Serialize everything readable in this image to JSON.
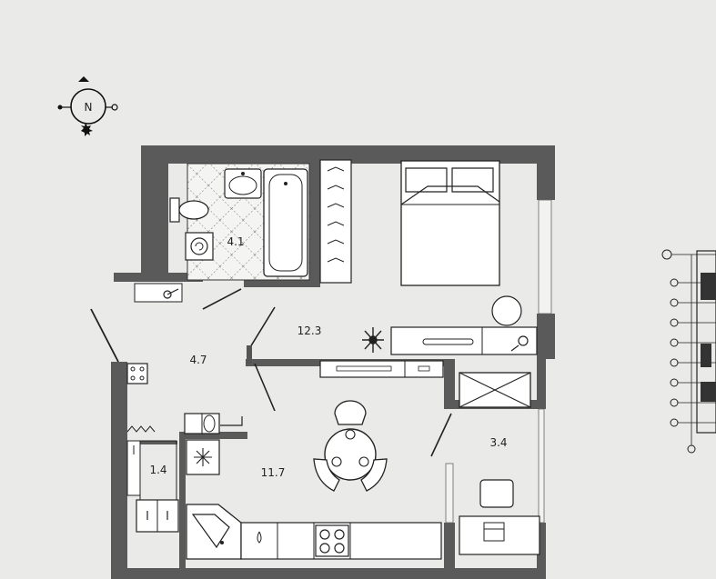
{
  "compass": {
    "letter": "N"
  },
  "rooms": [
    {
      "id": "bathroom",
      "area": "4.1"
    },
    {
      "id": "living-bedroom",
      "area": "12.3"
    },
    {
      "id": "hallway",
      "area": "4.7"
    },
    {
      "id": "closet",
      "area": "1.4"
    },
    {
      "id": "kitchen",
      "area": "11.7"
    },
    {
      "id": "loggia",
      "area": "3.4"
    }
  ]
}
